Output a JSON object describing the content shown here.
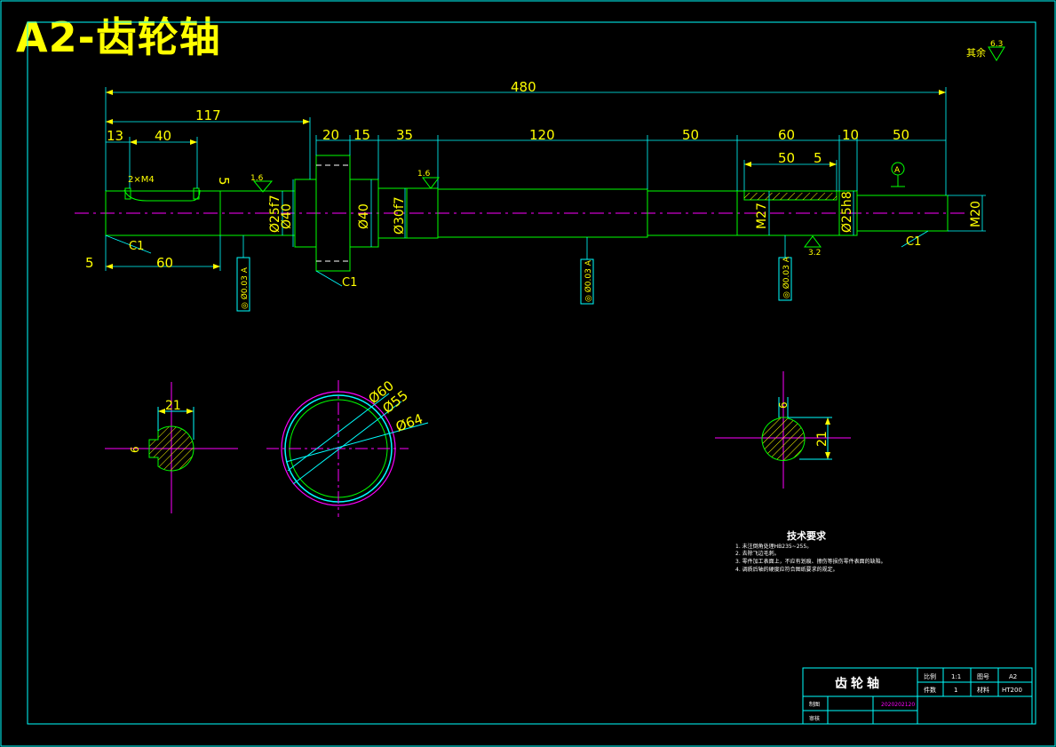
{
  "title": "A2-齿轮轴",
  "roughness_note": {
    "label": "其余",
    "value": "6.3"
  },
  "dims": {
    "overall": "480",
    "d117": "117",
    "d13": "13",
    "d40": "40",
    "d20": "20",
    "d15": "15",
    "d35": "35",
    "d120": "120",
    "d50a": "50",
    "d60a": "60",
    "d10": "10",
    "d50b": "50",
    "d50c": "50",
    "d5a": "5",
    "d5b": "5",
    "d60b": "60",
    "d5c": "5",
    "thread": "2×M4",
    "c1a": "C1",
    "c1b": "C1",
    "c1c": "C1",
    "phi25f7": "Ø25f7",
    "phi40a": "Ø40",
    "phi40b": "Ø40",
    "phi30f7": "Ø30f7",
    "m27": "M27",
    "phi25h8": "Ø25h8",
    "m20": "M20",
    "rough16a": "1.6",
    "rough16b": "1.6",
    "rough32": "3.2",
    "datum": "A",
    "runout1": "◎ Ø0.03 A",
    "runout2": "◎ Ø0.03 A",
    "runout3": "◎ Ø0.03 A"
  },
  "sections": {
    "left_width": "21",
    "left_key": "6",
    "gear_d60": "Ø60",
    "gear_d55": "Ø55",
    "gear_d64": "Ø64",
    "right_key": "6",
    "right_depth": "21"
  },
  "tech": {
    "title": "技术要求",
    "items": [
      "1. 未注倒角处理HB235~255。",
      "2. 去除飞边毛刺。",
      "3. 零件加工表面上，不应有划痕、擦伤等损伤零件表面的缺陷。",
      "4. 调质后轴的硬度应符合图纸要求的规定。"
    ]
  },
  "title_block": {
    "name": "齿轮轴",
    "scale_label": "比例",
    "scale_value": "1:1",
    "drawing_no_label": "图号",
    "drawing_no_value": "A2",
    "qty_label": "件数",
    "qty_value": "1",
    "material_label": "材料",
    "material_value": "HT200",
    "drawn_label": "制图",
    "drawn_value": "2020202120",
    "checked_label": "审核"
  },
  "colors": {
    "frame": "#00ffff",
    "dim": "#ffff00",
    "outline": "#00ff00",
    "center": "#ff00ff",
    "white": "#ffffff",
    "hatch": "#ffff00"
  }
}
